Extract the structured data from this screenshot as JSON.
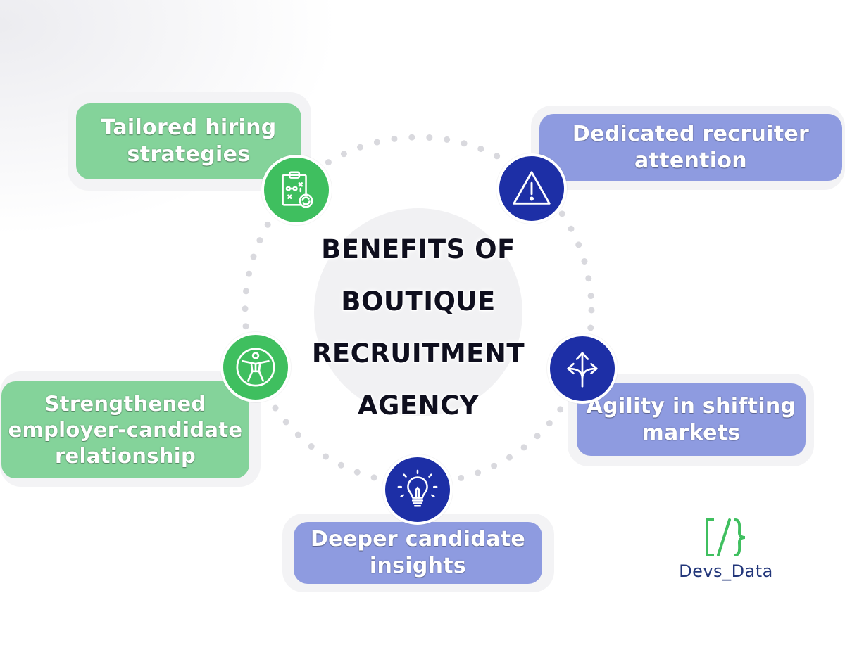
{
  "title": "BENEFITS OF\nBOUTIQUE\nRECRUITMENT\nAGENCY",
  "benefits": [
    {
      "label": "Tailored hiring\nstrategies",
      "color": "#84d39a",
      "icon": "clipboard-strategy-icon"
    },
    {
      "label": "Dedicated recruiter\nattention",
      "color": "#8e9be0",
      "icon": "warning-triangle-icon"
    },
    {
      "label": "Strengthened\nemployer-candidate\nrelationship",
      "color": "#84d39a",
      "icon": "accessibility-person-icon"
    },
    {
      "label": "Agility in shifting\nmarkets",
      "color": "#8e9be0",
      "icon": "diverging-arrows-icon"
    },
    {
      "label": "Deeper candidate\ninsights",
      "color": "#8e9be0",
      "icon": "lightbulb-icon"
    }
  ],
  "logo": {
    "text": "Devs_Data",
    "mark": "[/}",
    "mark_color": "#3fbf5f",
    "text_color": "#22367a"
  },
  "colors": {
    "green_card": "#84d39a",
    "purple_card": "#8e9be0",
    "green_icon": "#3fbf5f",
    "blue_icon": "#1d2fa6"
  }
}
